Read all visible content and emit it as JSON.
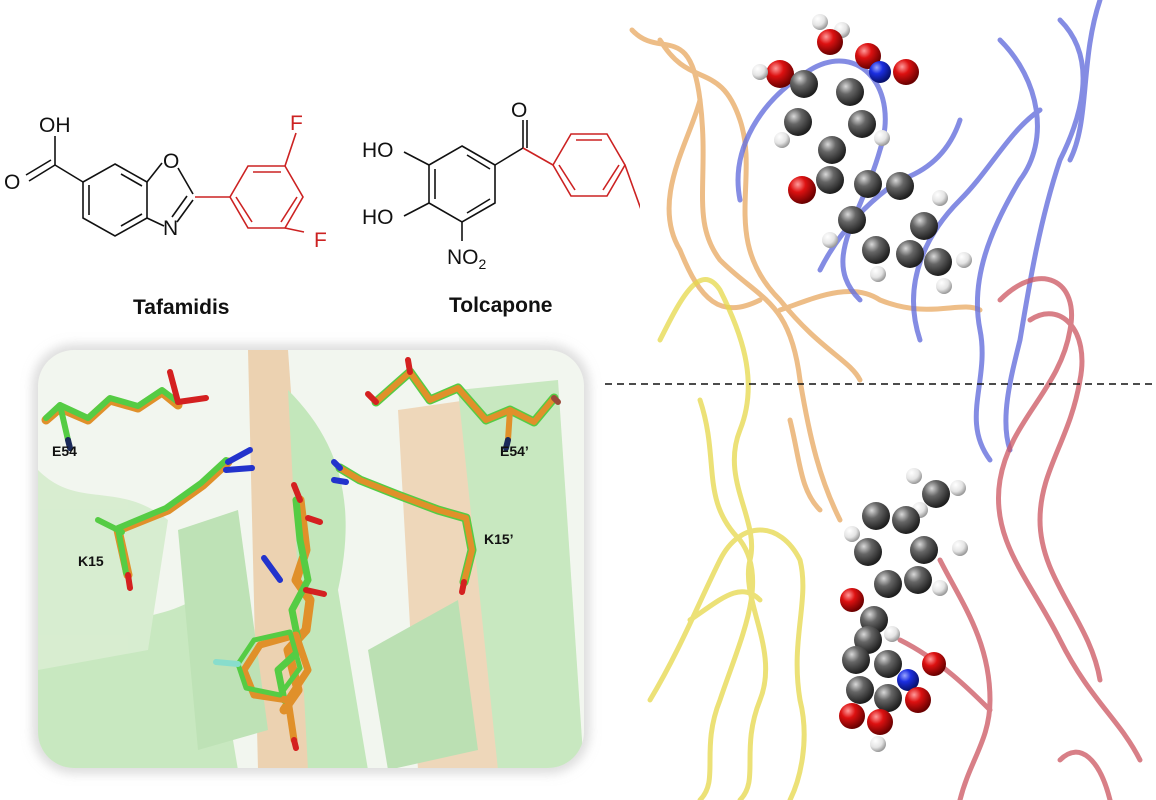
{
  "compounds": [
    {
      "name": "Tafamidis",
      "labels": {
        "oh": "OH",
        "o_carbonyl": "O",
        "o_ring": "O",
        "n_ring": "N",
        "f_top": "F",
        "f_bottom": "F"
      }
    },
    {
      "name": "Tolcapone",
      "labels": {
        "ho_top": "HO",
        "ho_bottom": "HO",
        "o_ketone": "O",
        "no2": "NO",
        "no2_sub": "2"
      }
    }
  ],
  "inset": {
    "residues": [
      {
        "label": "E54"
      },
      {
        "label": "E54’"
      },
      {
        "label": "K15"
      },
      {
        "label": "K15’"
      }
    ]
  },
  "colors": {
    "highlight": "#cc2222",
    "green_model": "#55cc44",
    "orange_model": "#e0902a",
    "oxygen": "#d42020",
    "nitrogen": "#2233cc",
    "fluorine": "#88ddcc"
  }
}
